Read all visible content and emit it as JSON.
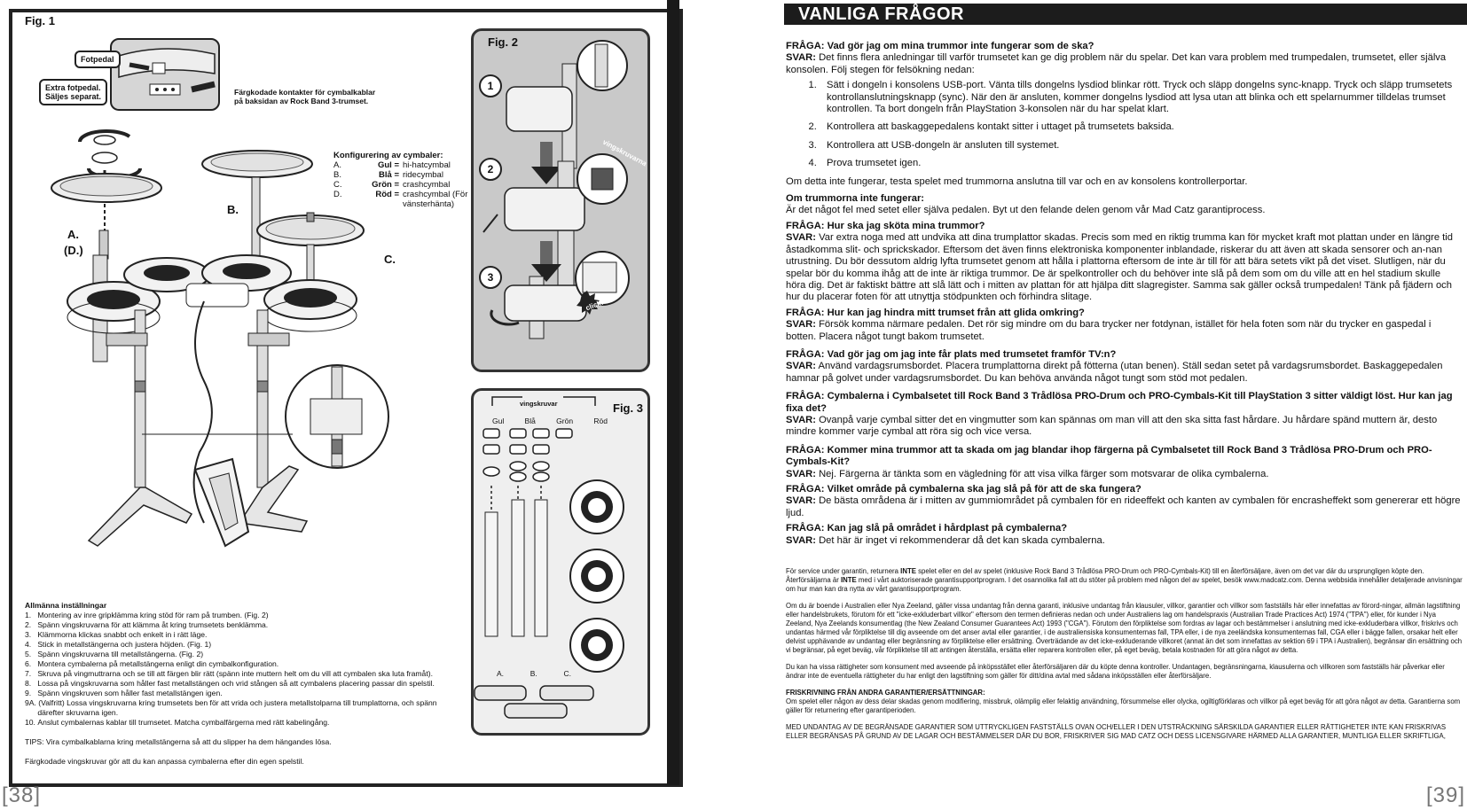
{
  "left_page": {
    "fig1_label": "Fig. 1",
    "callout_footpedal": "Fotpedal",
    "callout_extra_pedal_1": "Extra fotpedal.",
    "callout_extra_pedal_2": "Säljes separat.",
    "color_contacts_1": "Färgkodade kontakter för cymbalkablar",
    "color_contacts_2": "på baksidan av Rock Band 3-trumset.",
    "cymbal_config_title": "Konfigurering av cymbaler:",
    "cymbal_config": [
      {
        "letter": "A.",
        "color": "Gul =",
        "desc": "hi-hatcymbal"
      },
      {
        "letter": "B.",
        "color": "Blå =",
        "desc": "ridecymbal"
      },
      {
        "letter": "C.",
        "color": "Grön =",
        "desc": "crashcymbal"
      },
      {
        "letter": "D.",
        "color": "Röd =",
        "desc": "crashcymbal (För"
      }
    ],
    "cymbal_config_cont": "vänsterhänta)",
    "label_a": "A.",
    "label_d": "(D.)",
    "label_b": "B.",
    "label_c": "C.",
    "fig2_label": "Fig. 2",
    "fig2_steps": [
      "1",
      "2",
      "3"
    ],
    "fig2_wingscrew": "vingskruvarna",
    "fig2_click": "click!",
    "fig3_label": "Fig. 3",
    "fig3_wingscrews": "vingskruvar",
    "fig3_colors": [
      "Gul",
      "Blå",
      "Grön",
      "Röd"
    ],
    "fig3_stands": [
      "A.",
      "B.",
      "C."
    ],
    "general_title": "Allmänna inställningar",
    "general_steps": [
      "1.   Montering av inre gripklämma kring stöd för ram på trumben. (Fig. 2)",
      "2.   Spänn vingskruvarna för att klämma åt kring trumsetets benklämma.",
      "3.   Klämmorna klickas snabbt och enkelt in i rätt läge.",
      "4.   Stick in metallstängerna och justera höjden. (Fig. 1)",
      "5.   Spänn vingskruvarna till metallstängerna. (Fig. 2)",
      "6.   Montera cymbalerna på metallstängerna enligt din cymbalkonfiguration.",
      "7.   Skruva på vingmuttrarna och se till att färgen blir rätt (spänn inte muttern helt om du vill att cymbalen ska luta framåt).",
      "8.   Lossa på vingskruvarna som håller fast metallstängen och vrid stången så att cymbalens placering passar din spelstil.",
      "9.   Spänn vingskruven som håller fast metallstängen igen.",
      "9A. (Valfritt) Lossa vingskruvarna kring trumsetets ben för att vrida och justera metallstolparna till trumplattorna, och spänn",
      "      därefter skruvarna igen.",
      "10. Anslut cymbalernas kablar till trumsetet. Matcha cymbalfärgerna med rätt kabelingång."
    ],
    "tips": "TIPS: Vira cymbalkablarna kring metallstängerna så att du slipper ha dem hängandes lösa.",
    "colorcoded": "Färgkodade vingskruvar gör att du kan anpassa cymbalerna efter din egen spelstil.",
    "page_number": "38"
  },
  "right_page": {
    "title": "VANLIGA FRÅGOR",
    "q1": "FRÅGA: Vad gör jag om mina trummor inte fungerar som de ska?",
    "a1_label": "SVAR:",
    "a1": "Det finns flera anledningar till varför trumsetet kan ge dig problem när du spelar. Det kan vara problem med trumpedalen, trumsetet, eller själva konsolen. Följ stegen för felsökning nedan:",
    "a1_steps": [
      "Sätt i dongeln i konsolens USB-port. Vänta tills dongelns lysdiod blinkar rött. Tryck och släpp dongelns sync-knapp. Tryck och släpp trumsetets kontrollanslutningsknapp (sync). När den är ansluten, kommer dongelns lysdiod att lysa utan att blinka och ett spelarnummer tilldelas trumset kontrollen. Ta bort dongeln från PlayStation 3-konsolen när du har spelat klart.",
      "Kontrollera att baskaggepedalens kontakt sitter i uttaget på trumsetets baksida.",
      "Kontrollera att USB-dongeln är ansluten till systemet.",
      "Prova trumsetet igen."
    ],
    "a1_after": "Om detta inte fungerar, testa spelet med trummorna anslutna till var och en av konsolens kontrollerportar.",
    "q1b": "Om trummorna inte fungerar:",
    "a1b": "Är det något fel med setet eller själva pedalen. Byt ut den felande delen genom vår Mad Catz garantiprocess.",
    "q2": "FRÅGA: Hur ska jag sköta mina trummor?",
    "a2_label": "SVAR:",
    "a2": "Var extra noga med att undvika att dina trumplattor skadas. Precis som med en riktig trumma kan för mycket kraft mot plattan under en längre tid åstadkomma slit- och sprickskador. Eftersom det även finns elektroniska komponenter inblandade, riskerar du att även att skada sensorer och an-nan utrustning. Du bör dessutom aldrig lyfta trumsetet genom att hålla i plattorna eftersom de inte är till för att bära setets vikt på det viset. Slutligen, när du spelar bör du komma ihåg att de inte är riktiga trummor. De är spelkontroller och du behöver inte slå på dem som om du ville att en hel stadium skulle höra dig. Det är faktiskt bättre att slå lätt och i mitten av plattan för att hjälpa ditt slagregister. Samma sak gäller också trumpedalen! Tänk på fjädern och hur du placerar foten för att utnyttja stödpunkten och förhindra slitage.",
    "q3": "FRÅGA: Hur kan jag hindra mitt trumset från att glida omkring?",
    "a3_label": "SVAR:",
    "a3": "Försök komma närmare pedalen. Det rör sig mindre om du bara trycker ner fotdynan, istället för hela foten som när du trycker en gaspedal i botten. Placera något tungt bakom trumsetet.",
    "q4": "FRÅGA: Vad gör jag om jag inte får plats med trumsetet framför TV:n?",
    "a4_label": "SVAR:",
    "a4": "Använd vardagsrumsbordet. Placera trumplattorna direkt på fötterna (utan benen). Ställ sedan setet på vardagsrumsbordet. Baskaggepedalen hamnar på golvet under vardagsrumsbordet. Du kan behöva använda något tungt som stöd mot pedalen.",
    "q5": "FRÅGA: Cymbalerna i Cymbalsetet till Rock Band 3 Trådlösa PRO-Drum och PRO-Cymbals-Kit till PlayStation 3 sitter väldigt löst. Hur kan jag fixa det?",
    "a5_label": "SVAR:",
    "a5": "Ovanpå varje cymbal sitter det en vingmutter som kan spännas om man vill att den ska sitta fast hårdare. Ju hårdare spänd muttern är, desto mindre kommer varje cymbal att röra sig och vice versa.",
    "q6": "FRÅGA: Kommer mina trummor att ta skada om jag blandar ihop färgerna på Cymbalsetet till Rock Band 3 Trådlösa PRO-Drum och PRO-Cymbals-Kit?",
    "a6_label": "SVAR:",
    "a6": "Nej. Färgerna är tänkta som en vägledning för att visa vilka färger som motsvarar de olika cymbalerna.",
    "q7": "FRÅGA: Vilket område på cymbalerna ska jag slå på för att de ska fungera?",
    "a7_label": "SVAR:",
    "a7": "De bästa områdena är i mitten av gummiområdet på cymbalen för en rideeffekt och kanten av cymbalen för encrasheffekt som genererar ett högre ljud.",
    "q8": "FRÅGA: Kan jag slå på området i hårdplast på cymbalerna?",
    "a8_label": "SVAR:",
    "a8": "Det här är inget vi rekommenderar då det kan skada cymbalerna.",
    "fine1_pre": "För service under garantin, returnera ",
    "fine1_b1": "INTE",
    "fine1_mid": " spelet eller en del av spelet (inklusive Rock Band 3 Trådlösa PRO-Drum och PRO-Cymbals-Kit) till en återförsäljare, även om det var där du ursprungligen köpte den. Återförsäljarna är ",
    "fine1_b2": "INTE",
    "fine1_post": " med i vårt auktoriserade garantisupportprogram. I det osannolika fall att du stöter på problem med någon del av spelet, besök www.madcatz.com. Denna webbsida innehåller detaljerade anvisningar om hur man kan dra nytta av vårt garantisupportprogram.",
    "fine2": "Om du är boende i Australien eller Nya Zeeland, gäller vissa undantag från denna garanti, inklusive undantag från klausuler, villkor, garantier och villkor som fastställs här eller innefattas av förord-ningar, allmän lagstiftning eller handelsbrukets, förutom för ett \"icke-exkluderbart villkor\" eftersom den termen definieras nedan och under Australiens lag om handelspraxis (Australian Trade Practices Act) 1974 (\"TPA\") eller, för kunder i Nya Zeeland, Nya Zeelands konsumentlag (the New Zealand Consumer Guarantees Act) 1993 (\"CGA\"). Förutom den förpliktelse som fordras av lagar och bestämmelser i anslutning med icke-exkluderbara villkor, friskrivs och undantas härmed vår förpliktelse till dig avseende om det anser avtal eller garantier, i de australiensiska konsumenternas fall, TPA eller, i de nya zeeländska konsumenternas fall, CGA eller i bägge fallen, orsakar helt eller delvist upphävande av undantag eller begränsning av förpliktelse eller ersättning. Överträdande av det icke-exkluderande villkoret (annat än det som innefattas av sektion 69 i TPA i Australien), begränsar din ersättning och vi begränsar, på eget beväg, vår förpliktelse till att antingen återställa, ersätta eller reparera kontrollen eller, på eget beväg, betala kostnaden för att göra något av detta.",
    "fine3": "Du kan ha vissa rättigheter som konsument med avseende på inköpsstället eller återförsäljaren där du köpte denna kontroller.  Undantagen, begränsningarna, klausulerna och villkoren som fastställs här påverkar eller ändrar inte de eventuella rättigheter du har enligt den lagstiftning som gäller för ditt/dina avtal med sådana inköpsställen eller återförsäljare.",
    "fine4_title": "FRISKRIVNING FRÅN ANDRA GARANTIER/ERSÄTTNINGAR:",
    "fine4": "Om spelet eller någon av dess delar skadas genom modifiering, missbruk, olämplig eller felaktig användning, försummelse eller olycka, ogiltigförklaras och villkor på eget beväg för att göra något av detta. Garantierna som gäller för returnering efter garantiperioden.",
    "fine5": "MED UNDANTAG AV DE BEGRÄNSADE GARANTIER SOM UTTRYCKLIGEN FASTSTÄLLS OVAN OCH/ELLER I DEN UTSTRÄCKNING SÄRSKILDA GARANTIER ELLER RÄTTIGHETER INTE KAN FRISKRIVAS ELLER BEGRÄNSAS PÅ GRUND AV DE LAGAR OCH BESTÄMMELSER DÄR DU BOR, FRISKRIVER SIG MAD CATZ OCH DESS LICENSGIVARE HÄRMED ALLA GARANTIER, MUNTLIGA ELLER SKRIFTLIGA,",
    "page_number": "39"
  }
}
